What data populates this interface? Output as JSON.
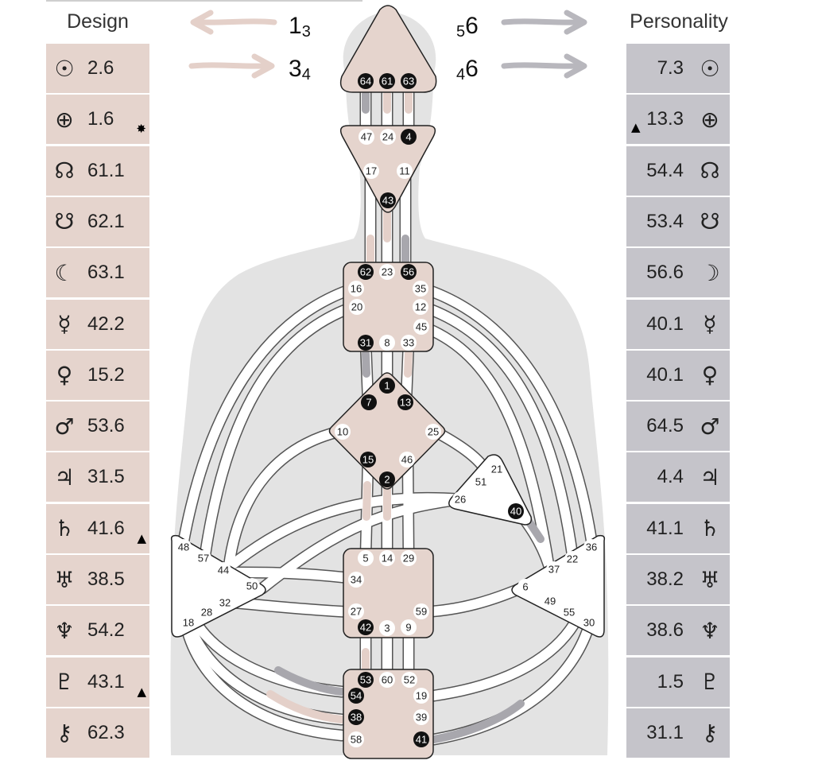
{
  "design": {
    "title": "Design",
    "rows": [
      {
        "planet": "sun-icon",
        "symbol": "☉",
        "value": "2.6",
        "mark": ""
      },
      {
        "planet": "earth-icon",
        "symbol": "⊕",
        "value": "1.6",
        "mark": "✸"
      },
      {
        "planet": "north-node-icon",
        "symbol": "☊",
        "value": "61.1",
        "mark": ""
      },
      {
        "planet": "south-node-icon",
        "symbol": "☋",
        "value": "62.1",
        "mark": ""
      },
      {
        "planet": "moon-icon",
        "symbol": "☾",
        "value": "63.1",
        "mark": ""
      },
      {
        "planet": "mercury-icon",
        "symbol": "☿",
        "value": "42.2",
        "mark": ""
      },
      {
        "planet": "venus-icon",
        "symbol": "♀",
        "value": "15.2",
        "mark": ""
      },
      {
        "planet": "mars-icon",
        "symbol": "♂",
        "value": "53.6",
        "mark": ""
      },
      {
        "planet": "jupiter-icon",
        "symbol": "♃",
        "value": "31.5",
        "mark": ""
      },
      {
        "planet": "saturn-icon",
        "symbol": "♄",
        "value": "41.6",
        "mark": "▲"
      },
      {
        "planet": "uranus-icon",
        "symbol": "♅",
        "value": "38.5",
        "mark": ""
      },
      {
        "planet": "neptune-icon",
        "symbol": "♆",
        "value": "54.2",
        "mark": ""
      },
      {
        "planet": "pluto-icon",
        "symbol": "♇",
        "value": "43.1",
        "mark": "▲"
      },
      {
        "planet": "chiron-icon",
        "symbol": "⚷",
        "value": "62.3",
        "mark": ""
      }
    ]
  },
  "personality": {
    "title": "Personality",
    "rows": [
      {
        "planet": "sun-icon",
        "symbol": "☉",
        "value": "7.3",
        "mark": ""
      },
      {
        "planet": "earth-icon",
        "symbol": "⊕",
        "value": "13.3",
        "mark": "▲"
      },
      {
        "planet": "north-node-icon",
        "symbol": "☊",
        "value": "54.4",
        "mark": ""
      },
      {
        "planet": "south-node-icon",
        "symbol": "☋",
        "value": "53.4",
        "mark": ""
      },
      {
        "planet": "moon-icon",
        "symbol": "☽",
        "value": "56.6",
        "mark": ""
      },
      {
        "planet": "mercury-icon",
        "symbol": "☿",
        "value": "40.1",
        "mark": ""
      },
      {
        "planet": "venus-icon",
        "symbol": "♀",
        "value": "40.1",
        "mark": ""
      },
      {
        "planet": "mars-icon",
        "symbol": "♂",
        "value": "64.5",
        "mark": ""
      },
      {
        "planet": "jupiter-icon",
        "symbol": "♃",
        "value": "4.4",
        "mark": ""
      },
      {
        "planet": "saturn-icon",
        "symbol": "♄",
        "value": "41.1",
        "mark": ""
      },
      {
        "planet": "uranus-icon",
        "symbol": "♅",
        "value": "38.2",
        "mark": ""
      },
      {
        "planet": "neptune-icon",
        "symbol": "♆",
        "value": "38.6",
        "mark": ""
      },
      {
        "planet": "pluto-icon",
        "symbol": "♇",
        "value": "1.5",
        "mark": ""
      },
      {
        "planet": "chiron-icon",
        "symbol": "⚷",
        "value": "31.1",
        "mark": ""
      }
    ]
  },
  "variables": {
    "design_top": {
      "main": "1",
      "sub": "3"
    },
    "design_bottom": {
      "main": "3",
      "sub": "4"
    },
    "personality_top": {
      "sub": "5",
      "main": "6"
    },
    "personality_bottom": {
      "sub": "4",
      "main": "6"
    }
  },
  "colors": {
    "design": "#e5d4cd",
    "personality": "#c5c4ca",
    "design_arrow": "#e4d0c9",
    "personality_arrow": "#b8b7bd",
    "defined_center": "#e5d4cd",
    "body_silhouette": "#e3e3e3"
  },
  "centers": {
    "head": [
      "64",
      "61",
      "63"
    ],
    "ajna": [
      "47",
      "24",
      "4",
      "17",
      "11",
      "43"
    ],
    "throat": [
      "62",
      "23",
      "56",
      "16",
      "35",
      "20",
      "12",
      "45",
      "31",
      "8",
      "33"
    ],
    "g": [
      "1",
      "7",
      "13",
      "10",
      "25",
      "15",
      "46",
      "2"
    ],
    "heart": [
      "21",
      "51",
      "26",
      "40"
    ],
    "spleen": [
      "48",
      "57",
      "44",
      "50",
      "32",
      "28",
      "18"
    ],
    "solar_plexus": [
      "36",
      "22",
      "37",
      "6",
      "49",
      "55",
      "30"
    ],
    "sacral": [
      "5",
      "14",
      "29",
      "34",
      "27",
      "59",
      "42",
      "3",
      "9"
    ],
    "root": [
      "53",
      "60",
      "52",
      "54",
      "19",
      "38",
      "39",
      "58",
      "41"
    ]
  },
  "active_gates": [
    "64",
    "61",
    "63",
    "4",
    "43",
    "62",
    "56",
    "31",
    "1",
    "7",
    "13",
    "15",
    "2",
    "40",
    "42",
    "53",
    "54",
    "38",
    "41"
  ]
}
